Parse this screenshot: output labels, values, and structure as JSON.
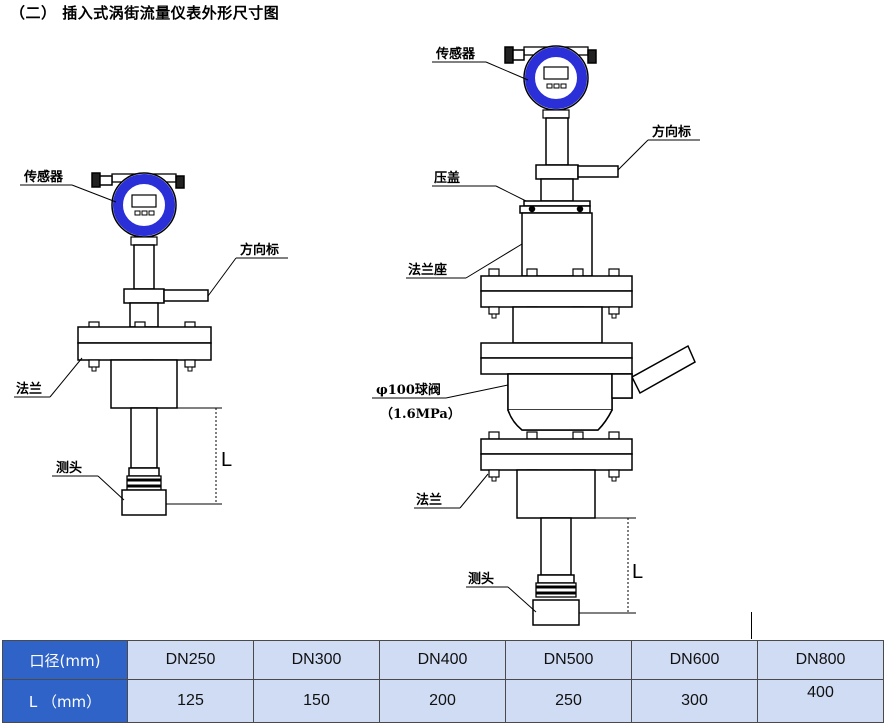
{
  "title": "（二）  插入式涡街流量仪表外形尺寸图",
  "left_diagram": {
    "labels": {
      "sensor": "传感器",
      "direction_mark": "方向标",
      "flange": "法兰",
      "probe": "测头",
      "dimension": "L"
    }
  },
  "right_diagram": {
    "labels": {
      "sensor": "传感器",
      "direction_mark": "方向标",
      "gland": "压盖",
      "flange_seat": "法兰座",
      "ball_valve": "φ100球阀",
      "ball_valve_pressure": "（1.6MPa）",
      "flange": "法兰",
      "probe": "测头",
      "dimension": "L"
    }
  },
  "table": {
    "row1_header": "口径(mm)",
    "row2_header": "L （mm）",
    "sizes": [
      "DN250",
      "DN300",
      "DN400",
      "DN500",
      "DN600",
      "DN800"
    ],
    "lengths": [
      "125",
      "150",
      "200",
      "250",
      "300",
      "400"
    ]
  }
}
